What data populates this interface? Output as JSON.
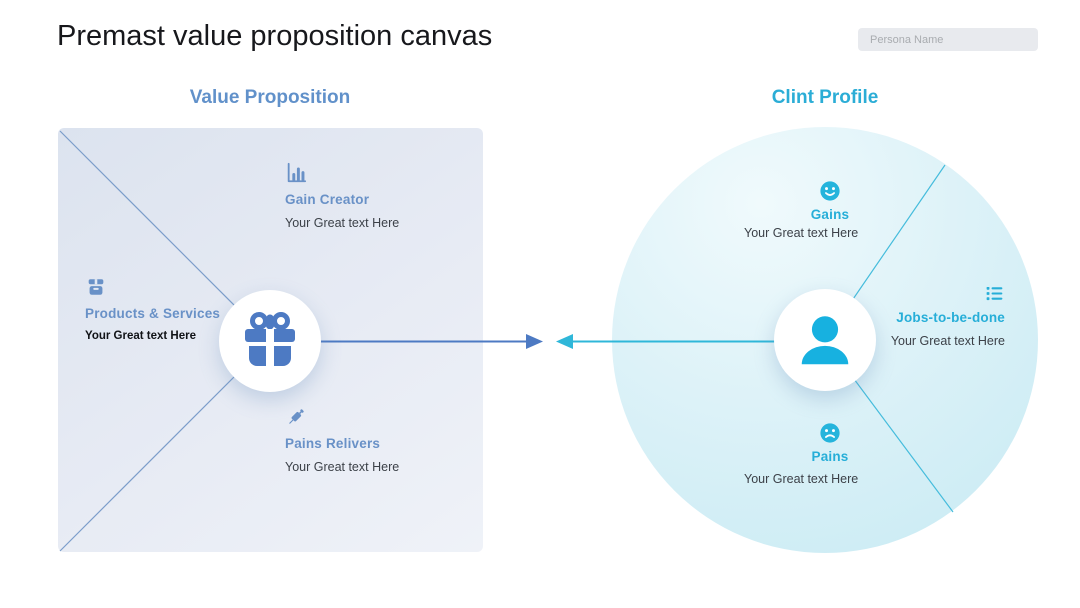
{
  "page": {
    "title": "Premast value proposition canvas",
    "persona_input": {
      "placeholder": "Persona Name"
    }
  },
  "value_proposition": {
    "heading": "Value Proposition",
    "accent_color": "#6191ca",
    "icon_color": "#4d7ac3",
    "center_icon": "gift-icon",
    "sections": {
      "gain_creator": {
        "icon": "bar-chart-icon",
        "label": "Gain Creator",
        "text": "Your Great text Here"
      },
      "products_services": {
        "icon": "box-icon",
        "label": "Products & Services",
        "text": "Your Great text Here"
      },
      "pain_relievers": {
        "icon": "syringe-icon",
        "label": "Pains Relivers",
        "text": "Your Great text Here"
      }
    }
  },
  "client_profile": {
    "heading": "Clint Profile",
    "accent_color": "#2badd6",
    "icon_color": "#17b1e0",
    "center_icon": "person-icon",
    "sections": {
      "gains": {
        "icon": "smile-icon",
        "label": "Gains",
        "text": "Your Great text Here"
      },
      "jobs": {
        "icon": "list-icon",
        "label": "Jobs-to-be-done",
        "text": "Your Great text Here"
      },
      "pains": {
        "icon": "frown-icon",
        "label": "Pains",
        "text": "Your Great text Here"
      }
    }
  }
}
